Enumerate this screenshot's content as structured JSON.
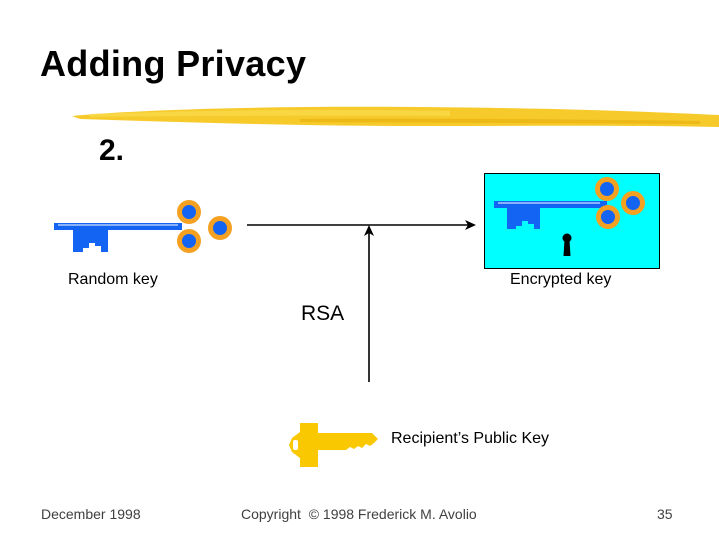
{
  "slide": {
    "title": "Adding Privacy",
    "step": "2.",
    "colors": {
      "brush": "#f5c518",
      "key_blue": "#1464f4",
      "key_bow_ring": "#f4a020",
      "box_fill": "#00ffff",
      "public_key": "#f9c800"
    }
  },
  "diagram": {
    "random_key_label": "Random key",
    "encrypted_key_label": "Encrypted key",
    "rsa_label": "RSA",
    "public_key_label": "Recipient’s Public Key",
    "icons": {
      "random_key": "blue-key-icon",
      "encrypted_key": "blue-key-icon",
      "keyhole": "keyhole-icon",
      "public_key": "gold-key-icon"
    }
  },
  "footer": {
    "date": "December 1998",
    "copyright": "Copyright  © 1998 Frederick M. Avolio",
    "page_number": "35"
  }
}
